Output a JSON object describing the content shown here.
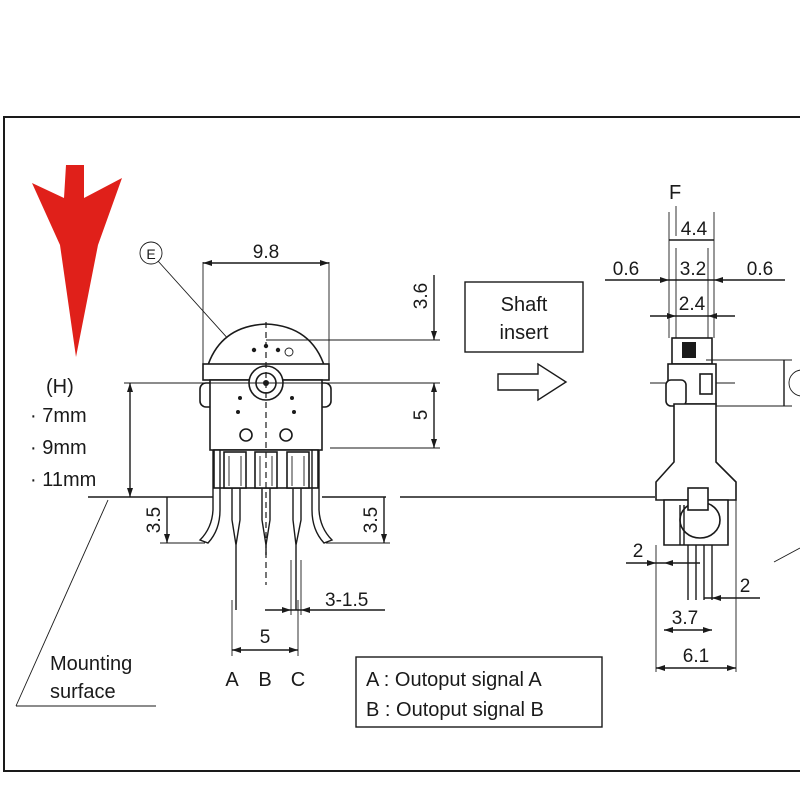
{
  "colors": {
    "arrow": "#e0201a",
    "ink": "#1a1a1a",
    "background": "#ffffff"
  },
  "front_view": {
    "marker": "E",
    "width": "9.8",
    "top_height": "3.6",
    "center_height": "5",
    "left_offset": "3.5",
    "right_offset": "3.5",
    "pin_width": "3-1.5",
    "pin_pitch": "5",
    "terminals": [
      "A",
      "B",
      "C"
    ]
  },
  "height_options": {
    "title": "(H)",
    "items": [
      "· 7mm",
      "· 9mm",
      "· 11mm"
    ]
  },
  "mounting": {
    "line1": "Mounting",
    "line2": "surface"
  },
  "shaft": {
    "line1": "Shaft",
    "line2": "insert",
    "arrow_icon": "hollow-right-arrow-icon"
  },
  "side_view": {
    "label": "F",
    "dims": {
      "d44": "4.4",
      "d32": "3.2",
      "d06_left": "0.6",
      "d06_right": "0.6",
      "d24": "2.4",
      "d2_left": "2",
      "d2_right": "2",
      "d37": "3.7",
      "d61": "6.1"
    }
  },
  "legend": {
    "line_a": "A : Outoput signal A",
    "line_b": "B : Outoput signal B"
  }
}
